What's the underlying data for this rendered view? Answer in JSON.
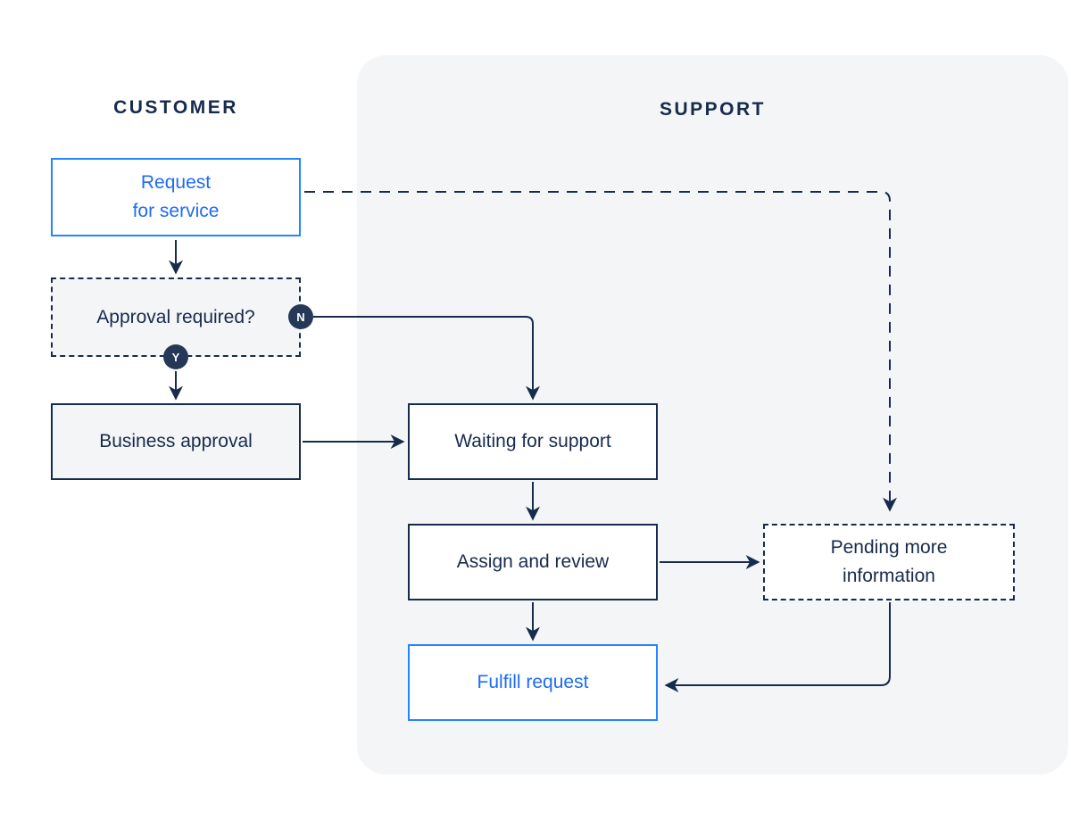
{
  "lanes": {
    "customer": "CUSTOMER",
    "support": "SUPPORT"
  },
  "nodes": {
    "request": {
      "lines": [
        "Request",
        "for service"
      ]
    },
    "approval": {
      "label": "Approval required?"
    },
    "business": {
      "label": "Business approval"
    },
    "waiting": {
      "label": "Waiting for support"
    },
    "assign": {
      "label": "Assign and review"
    },
    "pending": {
      "lines": [
        "Pending more",
        "information"
      ]
    },
    "fulfill": {
      "label": "Fulfill request"
    }
  },
  "badges": {
    "no": "N",
    "yes": "Y"
  },
  "colors": {
    "navy": "#172B4D",
    "blue": "#2684FF",
    "blueText": "#1C6CF2",
    "laneBg": "#F4F5F7",
    "boxGray": "#F4F5F7",
    "badgeBg": "#253858",
    "white": "#FFFFFF"
  }
}
